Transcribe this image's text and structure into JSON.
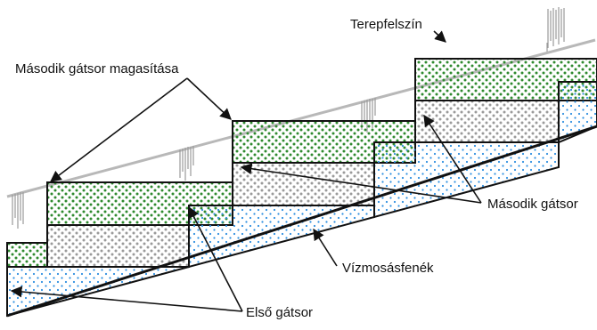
{
  "labels": {
    "terrain_surface": "Terepfelszín",
    "second_row_raise": "Második gátsor magasítása",
    "second_row": "Második gátsor",
    "gully_bed": "Vízmosásfenék",
    "first_row": "Első gátsor"
  },
  "colors": {
    "background": "#ffffff",
    "outline": "#111111",
    "terrain_line": "#b8b8b8",
    "green_dots": "#2f8a2f",
    "grey_dots": "#9a9a9a",
    "blue_dots": "#2f8fe0"
  },
  "icons": {
    "grass_tuft": "grass-tuft-icon"
  }
}
